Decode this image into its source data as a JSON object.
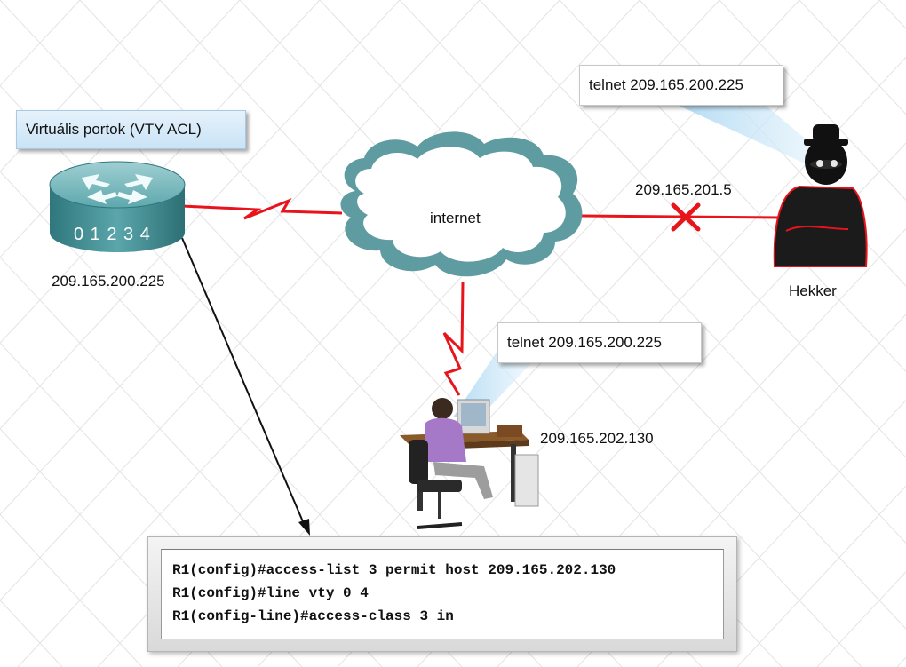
{
  "router": {
    "label": "Virtuális portok (VTY ACL)",
    "ports": "0 1 2 3 4",
    "ip": "209.165.200.225"
  },
  "cloud": {
    "label": "internet"
  },
  "hacker": {
    "name": "Hekker",
    "ip": "209.165.201.5",
    "command": "telnet 209.165.200.225"
  },
  "user": {
    "ip": "209.165.202.130",
    "command": "telnet 209.165.200.225"
  },
  "config": {
    "lines": [
      "R1(config)#access-list 3 permit host 209.165.202.130",
      "R1(config)#line vty 0 4",
      "R1(config-line)#access-class 3 in"
    ]
  },
  "colors": {
    "link_red": "#e8141c",
    "router_body": "#3f8f95",
    "cloud_fill": "#ffffff",
    "cloud_edge": "#4e8a90",
    "callout_beam": "#bfe0f5"
  }
}
